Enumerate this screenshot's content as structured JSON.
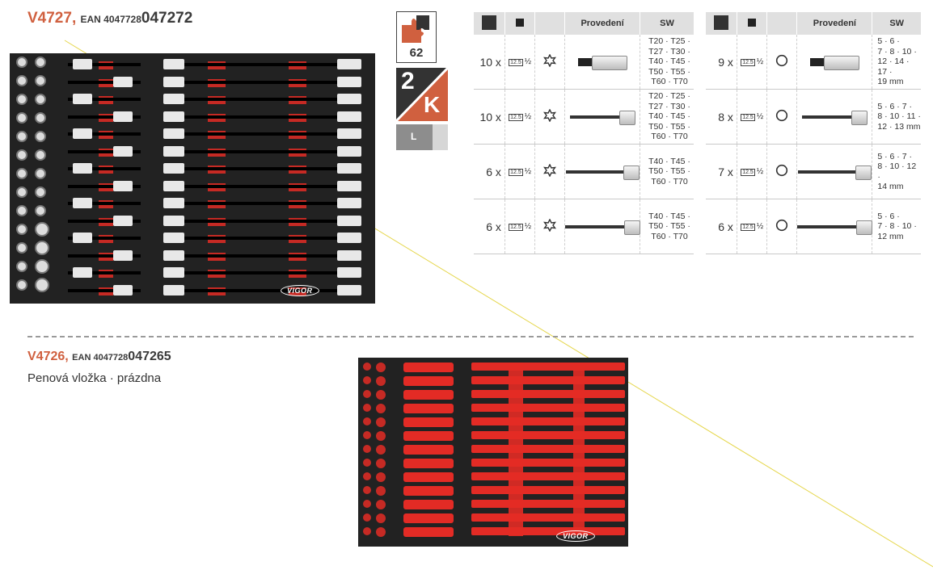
{
  "top_product": {
    "code": "V4727",
    "sep": ",",
    "ean_prefix": "EAN 4047728",
    "ean_suffix": "047272"
  },
  "bottom_product": {
    "code": "V4726",
    "sep": ",",
    "ean_prefix": "EAN 4047728",
    "ean_suffix": "047265",
    "description": "Penová vložka · prázdna"
  },
  "tray_brand": "VIGOR",
  "icons": {
    "piece_count": "62",
    "two_k": {
      "digit": "2",
      "letter": "K"
    },
    "size": "L"
  },
  "table_headers": {
    "col_icon1": "xx",
    "col_icon2": "square",
    "col_type": "Provedení",
    "col_sw": "SW"
  },
  "left_table": [
    {
      "qty": "10 x",
      "drive_box": "12.5",
      "drive": "½",
      "profile": "torx",
      "sw": [
        "T20 · T25 ·",
        "T27 · T30 ·",
        "T40 · T45 ·",
        "T50 · T55 ·",
        "T60 · T70"
      ]
    },
    {
      "qty": "10 x",
      "drive_box": "12.5",
      "drive": "½",
      "profile": "torx",
      "sw": [
        "T20 · T25 ·",
        "T27 · T30 ·",
        "T40 · T45 ·",
        "T50 · T55 ·",
        "T60 · T70"
      ]
    },
    {
      "qty": "6 x",
      "drive_box": "12.5",
      "drive": "½",
      "profile": "torx",
      "sw": [
        "T40 · T45 ·",
        "T50 · T55 ·",
        "T60 · T70"
      ]
    },
    {
      "qty": "6 x",
      "drive_box": "12.5",
      "drive": "½",
      "profile": "torx",
      "sw": [
        "T40 · T45 ·",
        "T50 · T55 ·",
        "T60 · T70"
      ]
    }
  ],
  "right_table": [
    {
      "qty": "9 x",
      "drive_box": "12.5",
      "drive": "½",
      "profile": "hex",
      "sw": [
        "5 · 6 ·",
        "7 · 8 · 10 ·",
        "12 · 14 · 17 ·",
        "19 mm"
      ]
    },
    {
      "qty": "8 x",
      "drive_box": "12.5",
      "drive": "½",
      "profile": "hex",
      "sw": [
        "5 · 6 · 7 ·",
        "8 · 10 · 11 ·",
        "12 · 13 mm"
      ]
    },
    {
      "qty": "7 x",
      "drive_box": "12.5",
      "drive": "½",
      "profile": "hex",
      "sw": [
        "5 · 6 · 7 ·",
        "8 · 10 · 12 ·",
        "14 mm"
      ]
    },
    {
      "qty": "6 x",
      "drive_box": "12.5",
      "drive": "½",
      "profile": "hex",
      "sw": [
        "5 · 6 ·",
        "7 · 8 · 10 ·",
        "12 mm"
      ]
    }
  ],
  "colors": {
    "accent": "#d0603f",
    "foam_red": "#e32b25",
    "tray_dark": "#222222"
  }
}
